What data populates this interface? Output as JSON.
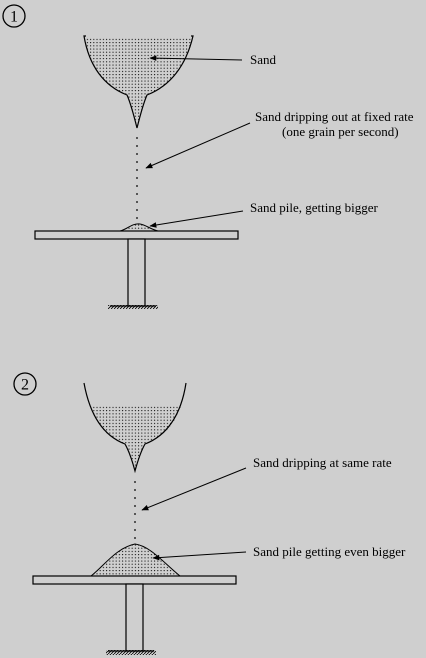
{
  "panel1": {
    "number": "1",
    "label_sand": "Sand",
    "label_drip_1": "Sand dripping out at fixed rate",
    "label_drip_2": "(one grain per second)",
    "label_pile": "Sand pile, getting bigger"
  },
  "panel2": {
    "number": "2",
    "label_drip": "Sand dripping at same rate",
    "label_pile": "Sand pile getting even bigger"
  },
  "colors": {
    "background": "#cfcfcf",
    "ink": "#000000",
    "sand_fill": "url(#sandDots)"
  }
}
